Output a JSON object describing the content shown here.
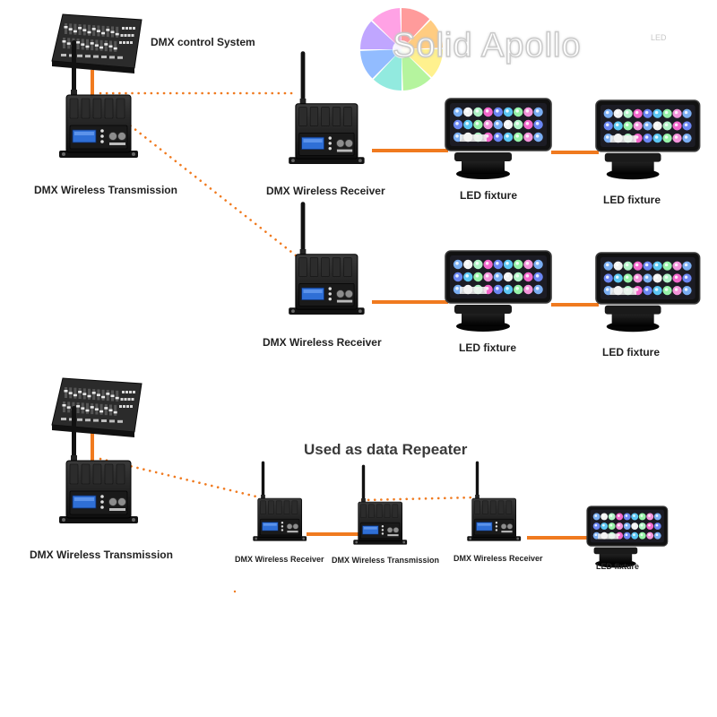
{
  "brand": {
    "name": "Solid Apollo",
    "trademark": "LED"
  },
  "labels": {
    "control_system": "DMX control System",
    "transmission": "DMX Wireless Transmission",
    "receiver": "DMX Wireless Receiver",
    "fixture": "LED fixture",
    "repeater_title": "Used as data Repeater"
  },
  "colors": {
    "cable": "#f07a1f",
    "device_body": "#1c1c1c",
    "lcd": "#2f6fd6",
    "text": "#222222"
  },
  "icons": {
    "controller": "dmx-console-icon",
    "transceiver": "wireless-transceiver-icon",
    "fixture": "led-wall-washer-icon",
    "logo": "color-wheel-logo-icon"
  }
}
